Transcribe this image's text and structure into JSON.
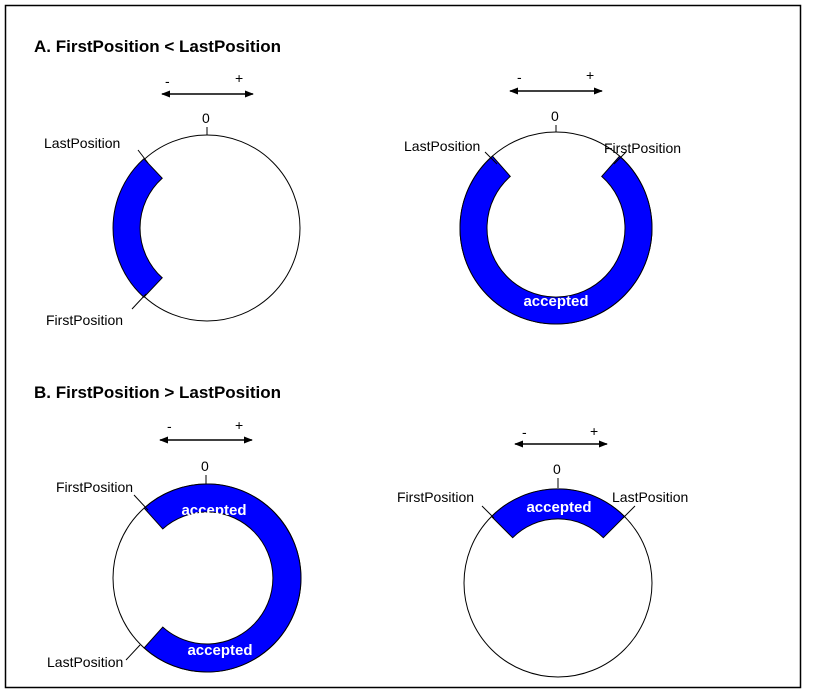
{
  "colors": {
    "accepted_fill": "#0000ff",
    "line": "#000000",
    "background": "#ffffff"
  },
  "sections": [
    {
      "id": "A",
      "title": "A. FirstPosition < LastPosition"
    },
    {
      "id": "B",
      "title": "B. FirstPosition > LastPosition"
    }
  ],
  "direction": {
    "minus": "-",
    "plus": "+",
    "zero": "0"
  },
  "labels": {
    "first": "FirstPosition",
    "last": "LastPosition",
    "accepted": "accepted"
  },
  "diagrams": [
    {
      "section": "A",
      "first": "FirstPosition",
      "last": "LastPosition",
      "accepted_labels": []
    },
    {
      "section": "A",
      "first": "FirstPosition",
      "last": "LastPosition",
      "accepted_labels": [
        "accepted"
      ]
    },
    {
      "section": "B",
      "first": "FirstPosition",
      "last": "LastPosition",
      "accepted_labels": [
        "accepted",
        "accepted"
      ]
    },
    {
      "section": "B",
      "first": "FirstPosition",
      "last": "LastPosition",
      "accepted_labels": [
        "accepted"
      ]
    }
  ]
}
